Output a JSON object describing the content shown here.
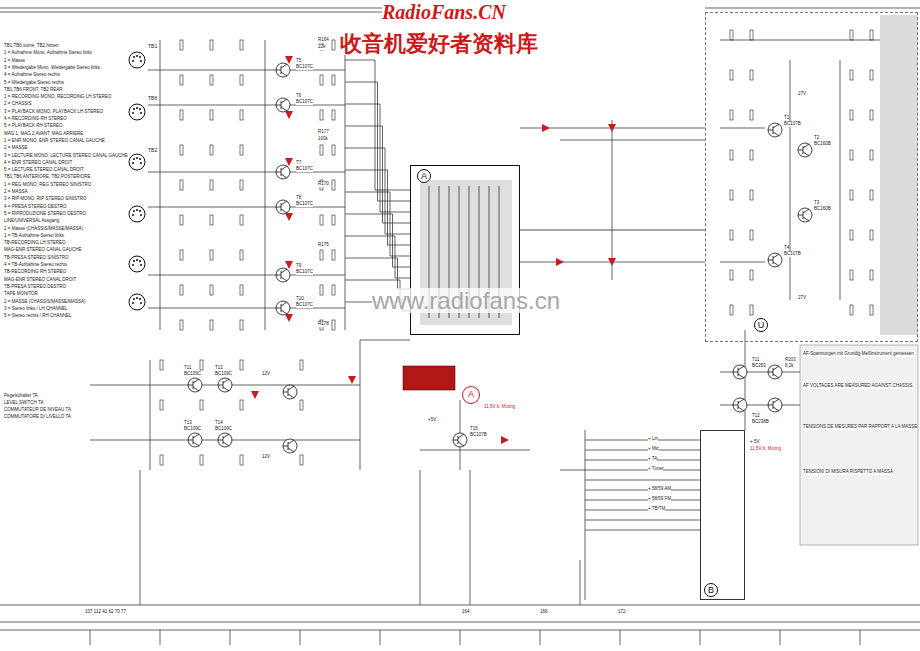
{
  "diagram": {
    "nodes": [
      {
        "text": [
          "A"
        ]
      },
      {
        "text": [
          "U"
        ]
      },
      {
        "text": [
          "B"
        ]
      },
      {
        "text": [
          "A"
        ]
      }
    ],
    "edges": [
      {
        "from": 0,
        "to": 1,
        "arrow": "none"
      }
    ],
    "labels": [
      "RadioFans.CN",
      "收音机爱好者资料库",
      "www.radiofans.cn",
      "TB1,TB6 vorne, TB2 hinten",
      "1 = Aufnahme Mono, Aufnahme Stereo links",
      "2 = Masse",
      "3 = Wiedergabe Mono, Wiedergabe Stereo links",
      "4 = Aufnahme Stereo rechts",
      "5 = Wiedergabe Stereo rechts",
      "TB1,TB6 FRONT, TB2 REAR",
      "1 = RECORDING MONO, RECORDING LH STEREO",
      "2 = CHASSIS",
      "3 = PLAYBACK MONO, PLAYBACK LH STEREO",
      "4 = RECORDING RH STEREO",
      "5 = PLAYBACK RH STEREO",
      "MAG.1, MAG.2 AVANT, MAG.ARRIERE",
      "1 = ENR MONO, ENR STEREO CANAL GAUCHE",
      "2 = MASSE",
      "3 = LECTURE MONO, LECTURE STEREO CANAL GAUCHE",
      "4 = ENR STEREO CANAL DROIT",
      "5 = LECTURE STEREO CANAL DROIT",
      "TB1,TB6 ANTERIORE, TB2 POSTERIORE",
      "1 = REG MONO, REG STEREO SINISTRO",
      "2 = MASSA",
      "3 = RIP MONO, RIP STEREO SINISTRO",
      "4 = PRESA STEREO DESTRO",
      "5 = RIPRODUZIONE STEREO DESTRO",
      "LINE/UNIVERSAL Ausgang",
      "2 = Masse (CHASSIS/MASSE/MASSA)",
      "1 = TB-Aufnahme Stereo links",
      "TB-RECORDING LH STEREO",
      "MAG-ENR STEREO CANAL GAUCHE",
      "TB-PRESA STEREO SINISTRO",
      "4 = TB-Aufnahme Stereo rechts",
      "TB-RECORDING RH STEREO",
      "MAG-ENR STEREO CANAL DROIT",
      "TB-PRESA STEREO DESTRO",
      "TAPE MONITOR",
      "2 = MASSE (CHASSIS/MASSE/MASSA)",
      "3 = Stereo links / LH CHANNEL",
      "5 = Stereo rechts / RH CHANNEL",
      "TB1",
      "TB6",
      "TB2",
      "Pegelschalter TA",
      "LEVEL SWITCH TA",
      "COMMUTATEUR DE NIVEAU TA",
      "COMMUTATORE DI LIVELLO TA",
      "T5",
      "BC107C",
      "T6",
      "BC107C",
      "T7",
      "BC107C",
      "T8",
      "BC107C",
      "T9",
      "BC107C",
      "T10",
      "BC107C",
      "R164",
      "22k",
      "R177",
      "100k",
      "R170",
      "R175",
      "R178",
      "T11",
      "BC109C",
      "T12",
      "BC109C",
      "T13",
      "BC109C",
      "T14",
      "BC109C",
      "12V",
      "12V",
      "T15",
      "BC107B",
      "+5V",
      "11,5V b. Muting",
      "T1",
      "BC107B",
      "T2",
      "BC160B",
      "T3",
      "BC160B",
      "T4",
      "BC107B",
      "27V",
      "27V",
      "T11",
      "BC253",
      "T12",
      "BC238B",
      "R203",
      "8,2k",
      "+ Lin",
      "+ Mic",
      "+ TA",
      "+ Tuner",
      "+ 58/59 AM",
      "+ 58/59 FM",
      "+ TB/TM",
      "+ 5V",
      "11,5V b. Muting",
      "AF-Spannungen mit Grundig-Meßinstrument gemessen",
      "AF VOLTAGES ARE MEASURED AGAINST CHASSIS",
      "TENSIONS DE MESURES PAR RAPPORT A LA MASSE",
      "TENSIONI DI MISURA RISPETTO A MASSA",
      "164",
      "166",
      "172",
      "107 112 41 62 70 77"
    ]
  }
}
